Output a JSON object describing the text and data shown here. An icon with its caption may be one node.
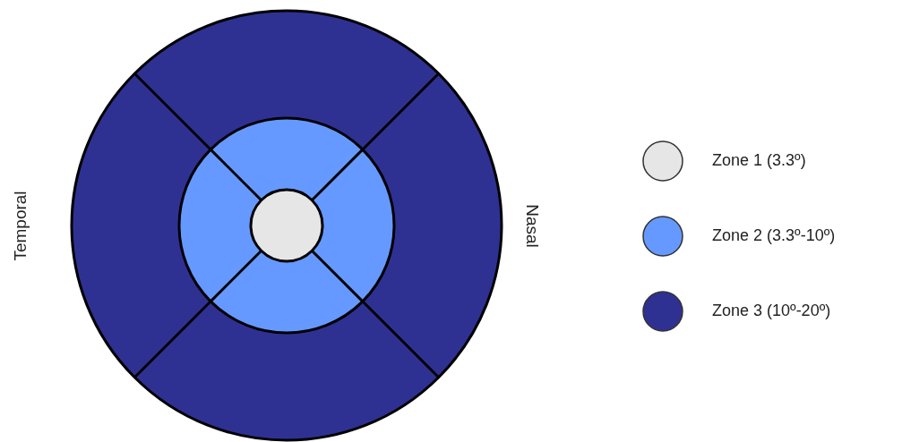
{
  "diagram": {
    "labels": [
      "Temporal",
      "Nasal"
    ],
    "legend": [
      {
        "text": "Zone 1 (3.3º)",
        "color": "#e6e6e6"
      },
      {
        "text": "Zone 2 (3.3º-10º)",
        "color": "#6699ff"
      },
      {
        "text": "Zone 3 (10º-20º)",
        "color": "#2e3192"
      }
    ]
  }
}
